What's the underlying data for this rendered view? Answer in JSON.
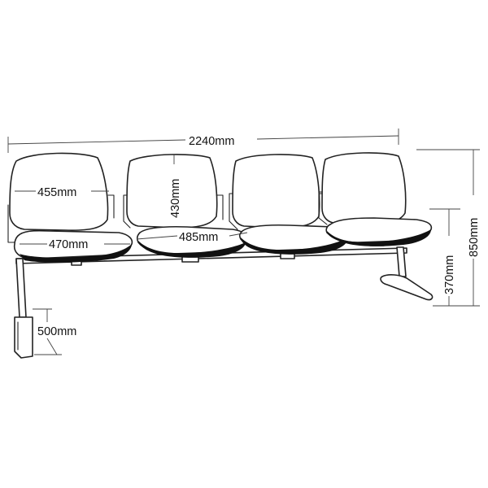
{
  "dimensions": {
    "overall_width": "2240mm",
    "overall_height": "850mm",
    "seat_height": "370mm",
    "back_width": "455mm",
    "back_height": "430mm",
    "seat_width": "470mm",
    "seat_depth": "485mm",
    "leg_depth": "500mm"
  },
  "colors": {
    "line": "#222222",
    "seat_edge": "#111111"
  }
}
